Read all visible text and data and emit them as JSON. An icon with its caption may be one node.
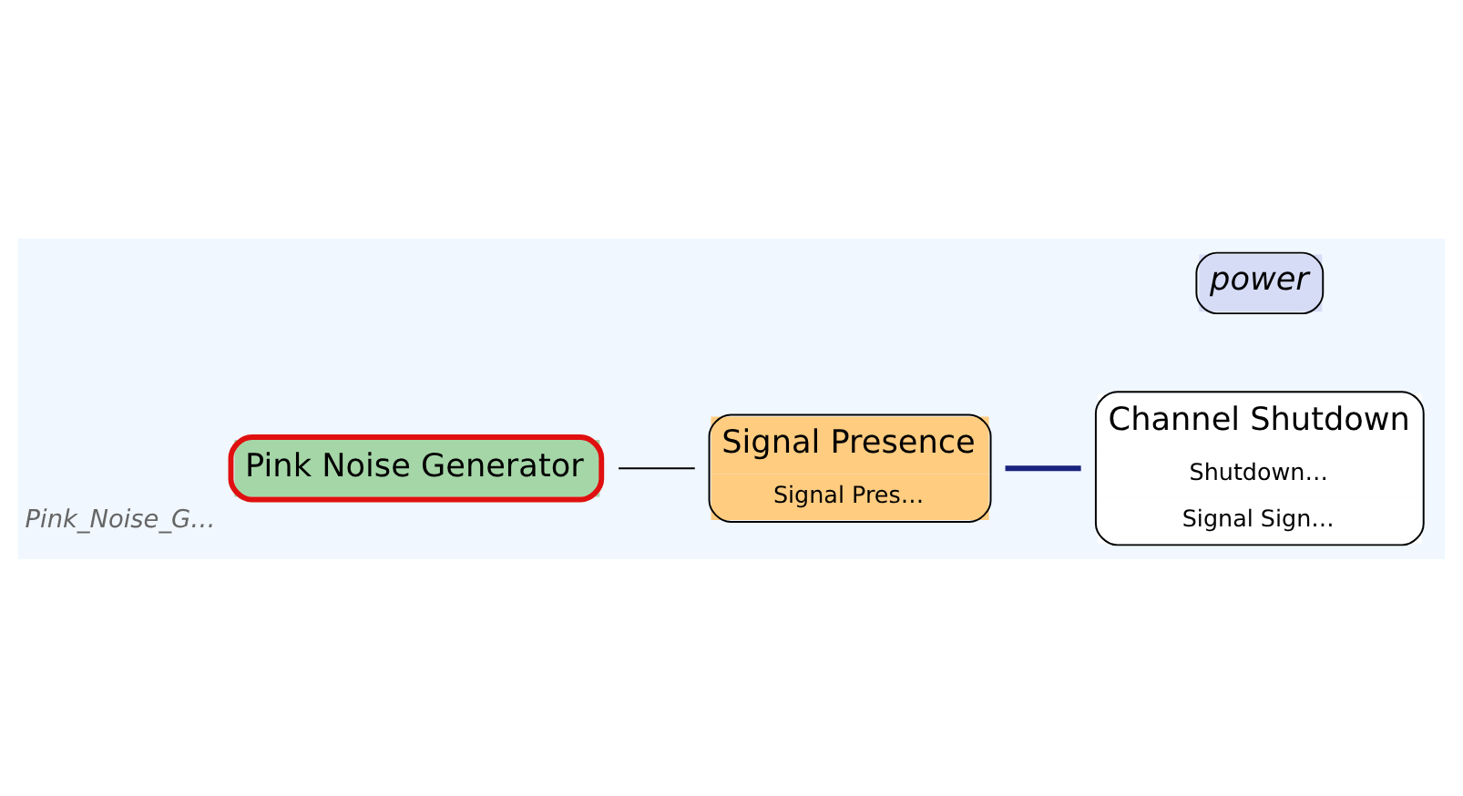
{
  "diagram": {
    "nodes": [
      {
        "text": [
          "Pink Noise Generator"
        ],
        "beside": [
          "Pink_Noise_G…"
        ]
      },
      {
        "text": [
          "Signal Presence",
          "Signal Pres…"
        ]
      },
      {
        "text": [
          "Channel Shutdown",
          "Shutdown…",
          "Signal Sign…"
        ]
      },
      {
        "text": [
          "power"
        ]
      }
    ],
    "edges": [
      {
        "from": 0,
        "to": 1,
        "arrow": "none"
      },
      {
        "from": 1,
        "to": 2,
        "arrow": "none",
        "style": "thick",
        "color": "#1a237e"
      }
    ]
  }
}
